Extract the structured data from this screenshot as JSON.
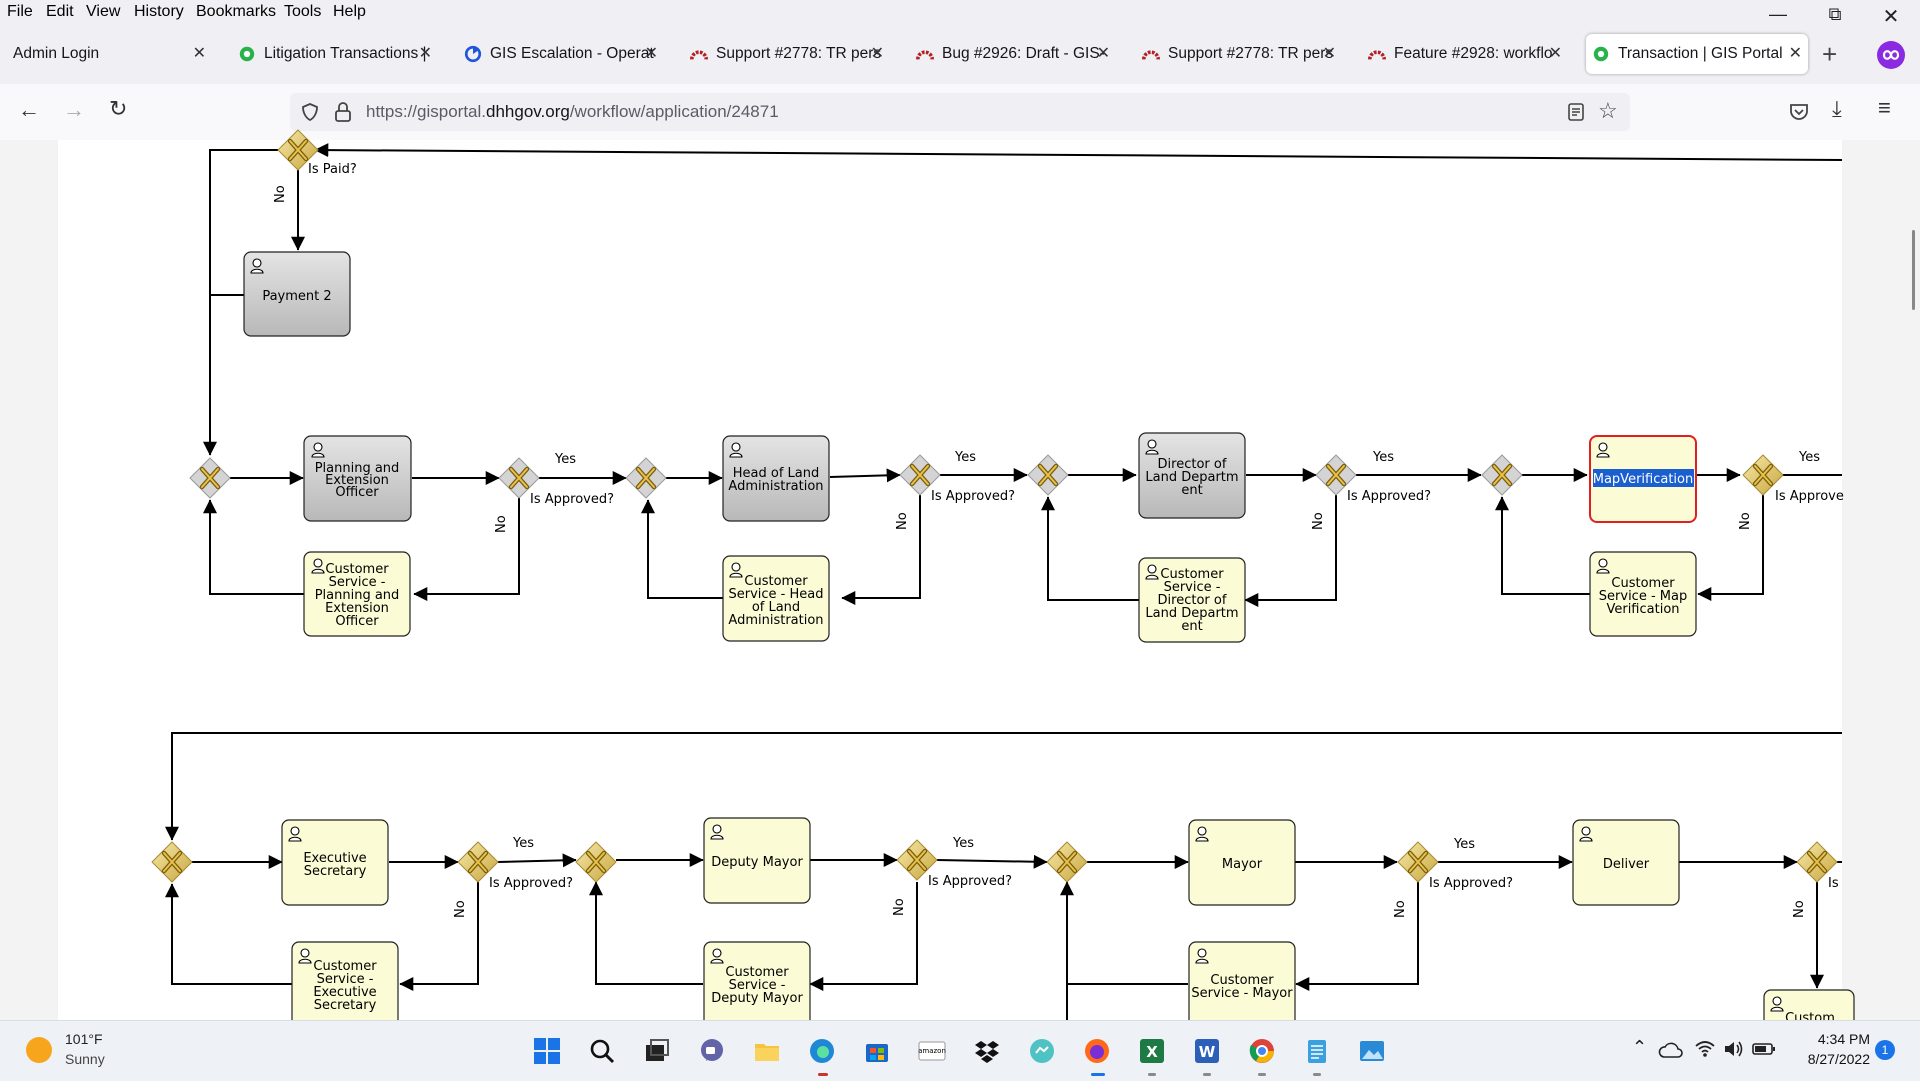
{
  "menubar": {
    "items": [
      "File",
      "Edit",
      "View",
      "History",
      "Bookmarks",
      "Tools",
      "Help"
    ]
  },
  "tabs": [
    {
      "title": "Admin Login",
      "favicon": "none"
    },
    {
      "title": "Litigation Transactions |",
      "favicon": "gear-green-icon"
    },
    {
      "title": "GIS Escalation - Operat",
      "favicon": "blue-circle-icon"
    },
    {
      "title": "Support #2778: TR pers",
      "favicon": "redmine-icon"
    },
    {
      "title": "Bug #2926: Draft - GIS-",
      "favicon": "redmine-icon"
    },
    {
      "title": "Support #2778: TR pers",
      "favicon": "redmine-icon"
    },
    {
      "title": "Feature #2928: workflo",
      "favicon": "redmine-icon"
    },
    {
      "title": "Transaction | GIS Portal",
      "favicon": "gear-green-icon",
      "active": true
    }
  ],
  "address_bar": {
    "prefix": "https://gisportal.",
    "host": "dhhgov.org",
    "path": "/workflow/application/24871"
  },
  "workflow": {
    "tasks": {
      "payment2": "Payment 2",
      "planning": "Planning and Extension Officer",
      "cs_planning": "Customer Service - Planning and Extension Officer",
      "head_land": "Head of Land Administration",
      "cs_head_land": "Customer Service - Head of Land Administration",
      "director": "Director of Land Departm ent",
      "cs_director": "Customer Service - Director of Land Departm ent",
      "mapverification": "MapVerification",
      "cs_map": "Customer Service - Map Verification",
      "exec_sec": "Executive Secretary",
      "cs_exec_sec": "Customer Service - Executive Secretary",
      "deputy_mayor": "Deputy Mayor",
      "cs_deputy_mayor": "Customer Service - Deputy Mayor",
      "mayor": "Mayor",
      "cs_mayor": "Customer Service - Mayor",
      "deliver": "Deliver",
      "cs_last": "Custom"
    },
    "labels": {
      "is_paid": "Is Paid?",
      "is_approved": "Is Approved?",
      "is_approve_cut": "Is Approve",
      "is_cut": "Is",
      "yes": "Yes",
      "no": "No"
    },
    "colors": {
      "completed_fill": "#c8c8c8",
      "pending_fill": "#fbfbd5",
      "active_border": "#e02020",
      "gateway_gold": "#c9a640"
    }
  },
  "weather": {
    "temp": "101°F",
    "condition": "Sunny"
  },
  "clock": {
    "time": "4:34 PM",
    "date": "8/27/2022"
  },
  "notifications": {
    "count": "1"
  }
}
